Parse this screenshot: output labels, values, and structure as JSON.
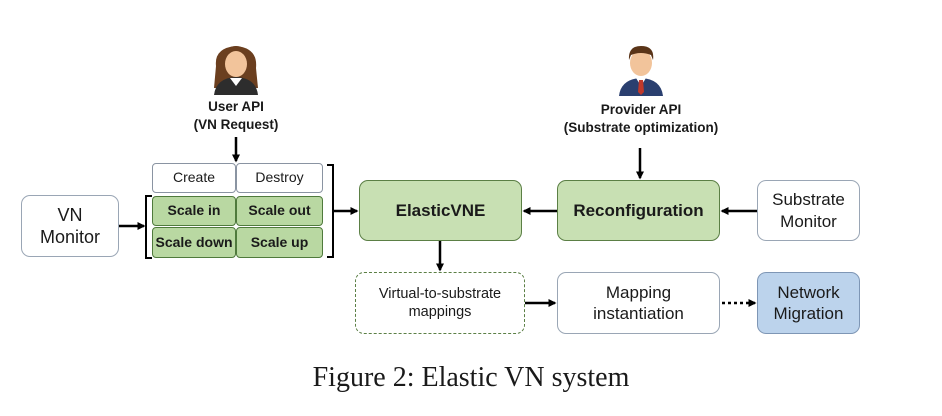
{
  "user": {
    "label": "User API",
    "sublabel": "(VN Request)"
  },
  "provider": {
    "label": "Provider API",
    "sublabel": "(Substrate optimization)"
  },
  "ops": {
    "create": "Create",
    "destroy": "Destroy",
    "scale_in": "Scale in",
    "scale_out": "Scale out",
    "scale_down": "Scale down",
    "scale_up": "Scale up"
  },
  "vn_monitor": {
    "line1": "VN",
    "line2": "Monitor"
  },
  "elastic_vne": "ElasticVNE",
  "reconfiguration": "Reconfiguration",
  "substrate_monitor": {
    "line1": "Substrate",
    "line2": "Monitor"
  },
  "mappings": {
    "line1": "Virtual-to-substrate",
    "line2": "mappings"
  },
  "instantiation": {
    "line1": "Mapping",
    "line2": "instantiation"
  },
  "migration": {
    "line1": "Network",
    "line2": "Migration"
  },
  "caption": "Figure 2: Elastic VN system",
  "colors": {
    "green_fill": "#c8e0b3",
    "green_border": "#5b7f45",
    "blue_fill": "#bcd3ec",
    "plain_border": "#9aa6b5"
  },
  "icons": {
    "user": "female-user-icon",
    "provider": "male-user-icon"
  }
}
